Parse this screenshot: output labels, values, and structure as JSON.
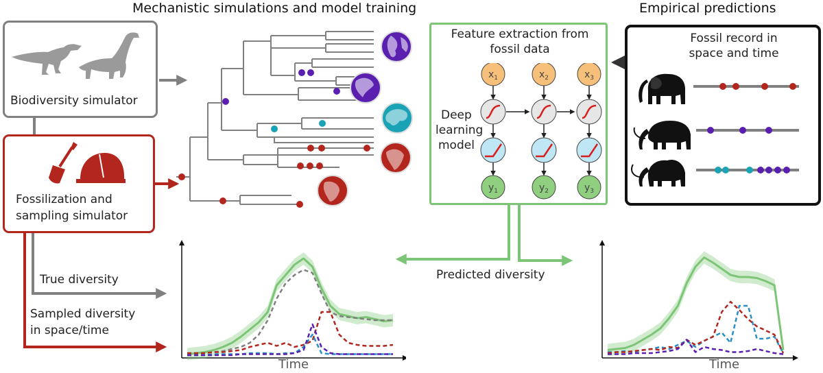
{
  "headings": {
    "left": "Mechanistic simulations and model training",
    "right": "Empirical predictions"
  },
  "simulators": {
    "biodiversity": "Biodiversity simulator",
    "fossil_line1": "Fossilization and",
    "fossil_line2": "sampling simulator"
  },
  "feature_box": {
    "title_line1": "Feature extraction from",
    "title_line2": "fossil data",
    "model_line1": "Deep",
    "model_line2": "learning",
    "model_line3": "model",
    "inputs": [
      "x",
      "x",
      "x"
    ],
    "outputs": [
      "y",
      "y",
      "y"
    ],
    "subscripts": [
      "1",
      "2",
      "3"
    ]
  },
  "fossil_record": {
    "title_line1": "Fossil record in",
    "title_line2": "space and time"
  },
  "labels": {
    "true_diversity": "True diversity",
    "sampled_line1": "Sampled diversity",
    "sampled_line2": "in space/time",
    "predicted_diversity": "Predicted diversity",
    "time_left": "Time",
    "time_right": "Time"
  },
  "colors": {
    "gray": "#808080",
    "red": "#b3261e",
    "green": "#7cc576",
    "black": "#111111",
    "purple": "#5b1fb0",
    "teal": "#1aa3b5",
    "orange": "#f7c07a",
    "blue_dashed": "#2a8fc4"
  },
  "chart_data": [
    {
      "type": "line",
      "xlabel": "Time",
      "series": [
        {
          "values": [
            1,
            2,
            3,
            5,
            8,
            12,
            18,
            25,
            32,
            42,
            68,
            78,
            88,
            94,
            86,
            65,
            48,
            40,
            38,
            36,
            37,
            35,
            33,
            34
          ]
        },
        {
          "values": [
            1,
            1,
            2,
            3,
            4,
            6,
            8,
            12,
            20,
            34,
            55,
            70,
            78,
            83,
            80,
            60,
            42,
            38,
            37,
            36,
            35,
            34,
            34,
            34
          ]
        },
        {
          "values": [
            2,
            2,
            2,
            3,
            3,
            4,
            5,
            8,
            10,
            12,
            9,
            12,
            8,
            10,
            14,
            42,
            42,
            20,
            12,
            10,
            9,
            9,
            9,
            10
          ]
        },
        {
          "values": [
            0,
            0,
            0,
            1,
            1,
            1,
            1,
            2,
            2,
            2,
            1,
            2,
            2,
            8,
            20,
            2,
            1,
            1,
            1,
            1,
            1,
            1,
            1,
            1
          ]
        },
        {
          "values": [
            0,
            0,
            0,
            0,
            0,
            0,
            1,
            1,
            1,
            1,
            1,
            1,
            2,
            5,
            30,
            8,
            2,
            1,
            1,
            1,
            1,
            1,
            1,
            1
          ]
        }
      ]
    },
    {
      "type": "line",
      "xlabel": "Time",
      "series": [
        {
          "values": [
            5,
            6,
            7,
            10,
            15,
            20,
            26,
            36,
            48,
            70,
            86,
            95,
            90,
            84,
            78,
            76,
            76,
            75,
            72,
            68,
            5
          ]
        },
        {
          "values": [
            3,
            3,
            4,
            3,
            5,
            6,
            8,
            6,
            10,
            14,
            8,
            14,
            18,
            22,
            12,
            48,
            48,
            16,
            16,
            18,
            2
          ]
        },
        {
          "values": [
            2,
            3,
            3,
            4,
            5,
            6,
            5,
            8,
            7,
            15,
            10,
            14,
            18,
            42,
            52,
            44,
            35,
            28,
            24,
            20,
            2
          ]
        },
        {
          "values": [
            1,
            1,
            1,
            2,
            2,
            2,
            3,
            4,
            6,
            15,
            3,
            8,
            6,
            5,
            3,
            3,
            4,
            6,
            4,
            2,
            1
          ]
        }
      ]
    }
  ]
}
